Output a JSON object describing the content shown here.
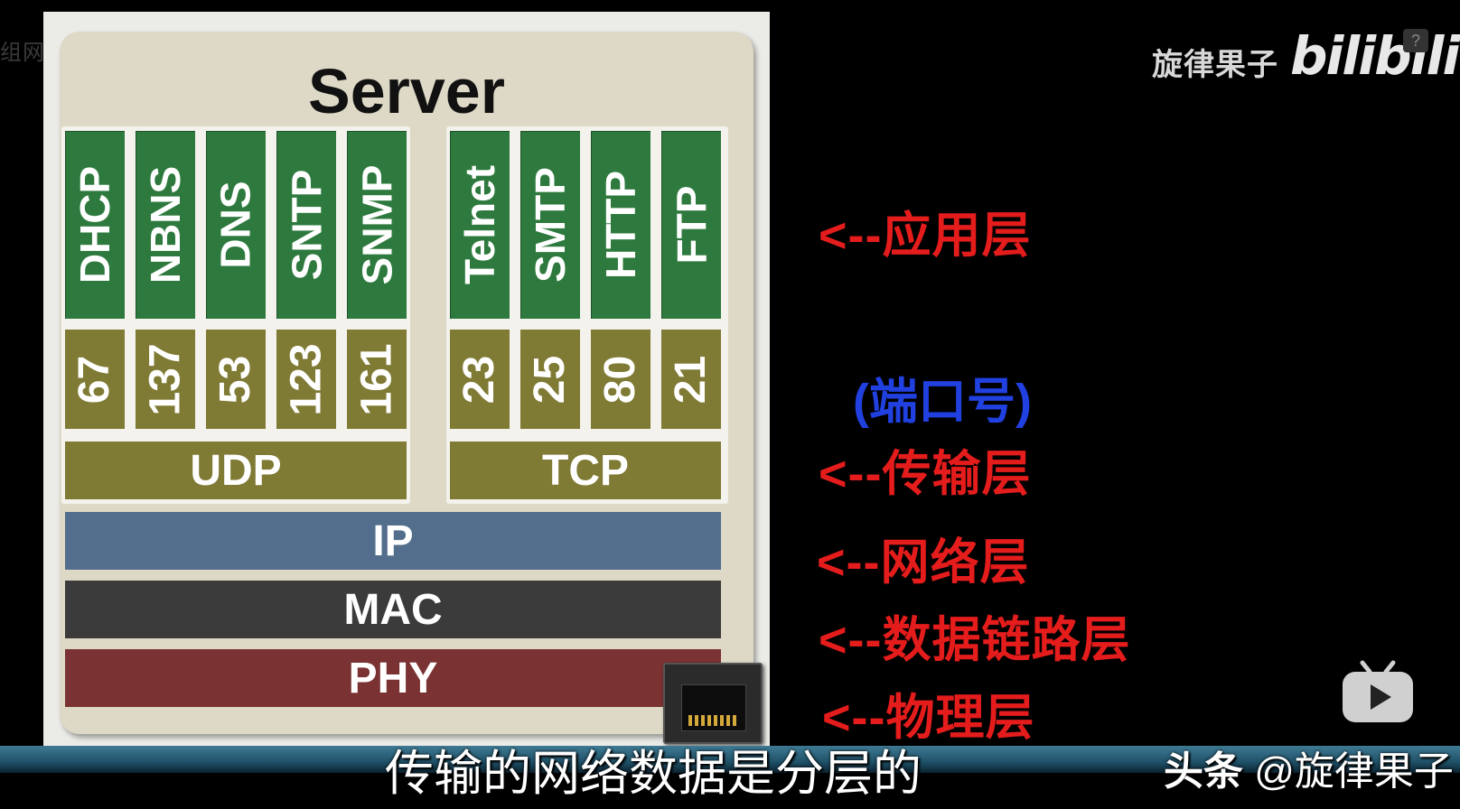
{
  "watermark_top_left": "组网原理",
  "diagram": {
    "title": "Server",
    "udp_group": {
      "protocols": [
        "DHCP",
        "NBNS",
        "DNS",
        "SNTP",
        "SNMP"
      ],
      "ports": [
        "67",
        "137",
        "53",
        "123",
        "161"
      ],
      "transport": "UDP"
    },
    "tcp_group": {
      "protocols": [
        "Telnet",
        "SMTP",
        "HTTP",
        "FTP"
      ],
      "ports": [
        "23",
        "25",
        "80",
        "21"
      ],
      "transport": "TCP"
    },
    "network": "IP",
    "datalink": "MAC",
    "physical": "PHY",
    "colors": {
      "application": "#2e7a3e",
      "port": "#7f7a34",
      "ip": "#536e8c",
      "mac": "#3b3b3b",
      "phy": "#7b3232"
    }
  },
  "annotations": {
    "application_layer": "<--应用层",
    "port_number": "(端口号)",
    "transport_layer": "<--传输层",
    "network_layer": "<--网络层",
    "datalink_layer": "<--数据链路层",
    "physical_layer": "<--物理层"
  },
  "branding": {
    "channel": "旋律果子",
    "logo": "bilibili",
    "help": "?",
    "tv_icon": "play-tv-icon"
  },
  "subtitle": "传输的网络数据是分层的",
  "footer": {
    "platform": "头条",
    "handle": "@旋律果子"
  }
}
